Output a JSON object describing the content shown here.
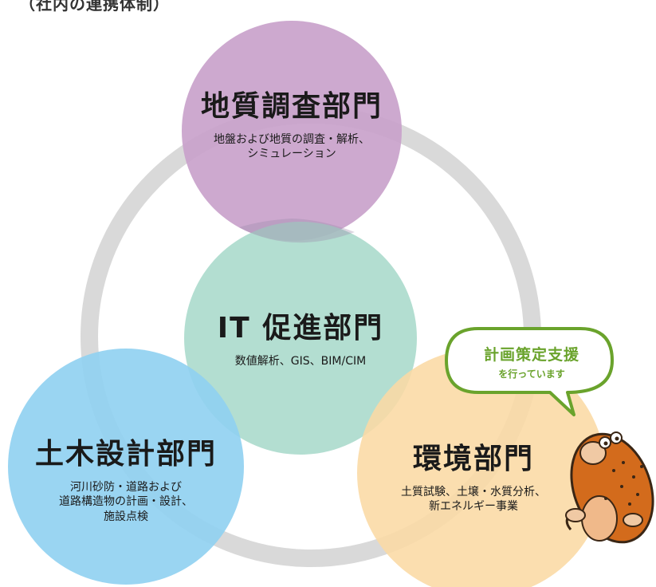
{
  "header_cut": "（社内の連携体制）",
  "departments": [
    {
      "title": "地質調査部門",
      "desc": [
        "地盤および地質の調査・解析、",
        "シミュレーション"
      ],
      "color": "#c9a2cb"
    },
    {
      "title": "IT 促進部門",
      "desc": [
        "数値解析、GIS、BIM/CIM"
      ],
      "color": "#a8d9cb"
    },
    {
      "title": "土木設計部門",
      "desc": [
        "河川砂防・道路および",
        "道路構造物の計画・設計、",
        "施設点検"
      ],
      "color": "#8fd0f1"
    },
    {
      "title": "環境部門",
      "desc": [
        "土質試験、土壌・水質分析、",
        "新エネルギー事業"
      ],
      "color": "#fbd9a4"
    }
  ],
  "bubble": {
    "line1": "計画策定支援",
    "line2": "を行っています",
    "border_color": "#6aa32c"
  },
  "ring_color": "#d9d9d9",
  "mascot": {
    "icon": "mole-mascot-icon"
  }
}
